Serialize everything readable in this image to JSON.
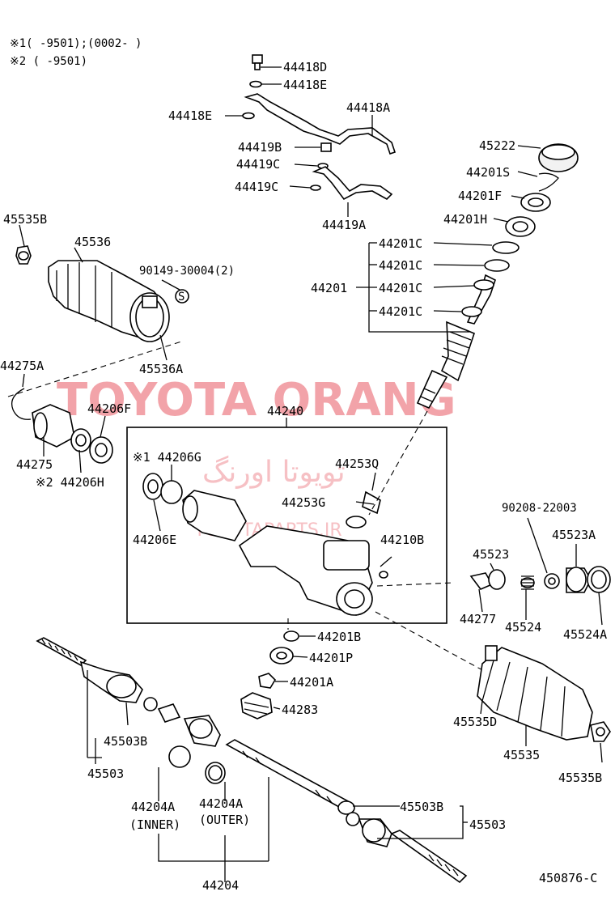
{
  "notes": {
    "note1": "※1(     -9501);(0002-     )",
    "note2": "※2 (     -9501)"
  },
  "watermark": {
    "main": "TOYOTA ORANG",
    "arabic": "تویوتا اورنگ",
    "site": "TOYOTAPARTS.IR"
  },
  "labels": {
    "p44418D": "44418D",
    "p44418E_a": "44418E",
    "p44418E_b": "44418E",
    "p44418A": "44418A",
    "p44419B": "44419B",
    "p44419C_a": "44419C",
    "p44419C_b": "44419C",
    "p44419A": "44419A",
    "p45222": "45222",
    "p44201S": "44201S",
    "p44201F": "44201F",
    "p44201H": "44201H",
    "p44201C_1": "44201C",
    "p44201C_2": "44201C",
    "p44201C_3": "44201C",
    "p44201C_4": "44201C",
    "p44201": "44201",
    "p45535B_a": "45535B",
    "p45536": "45536",
    "p90149": "90149-30004(2)",
    "s_mark": "S",
    "p45536A": "45536A",
    "p44275A": "44275A",
    "p44206F": "44206F",
    "p44275": "44275",
    "p44206H": "※2 44206H",
    "p44240": "44240",
    "p44206G": "※1 44206G",
    "p44206E": "44206E",
    "p44253Q": "44253Q",
    "p44253G": "44253G",
    "p44210B": "44210B",
    "p90208": "90208-22003",
    "p45523A": "45523A",
    "p45523": "45523",
    "p44277": "44277",
    "p45524": "45524",
    "p45524A": "45524A",
    "p44201B": "44201B",
    "p44201P": "44201P",
    "p44201A": "44201A",
    "p44283": "44283",
    "p45535D": "45535D",
    "p45535": "45535",
    "p45535B_b": "45535B",
    "p45503B_a": "45503B",
    "p45503_a": "45503",
    "p44204A_inner": "44204A",
    "p44204A_inner_sub": "(INNER)",
    "p44204A_outer": "44204A",
    "p44204A_outer_sub": "(OUTER)",
    "p44204": "44204",
    "p45503B_b": "45503B",
    "p45503_b": "45503",
    "figure_code": "450876-C"
  }
}
